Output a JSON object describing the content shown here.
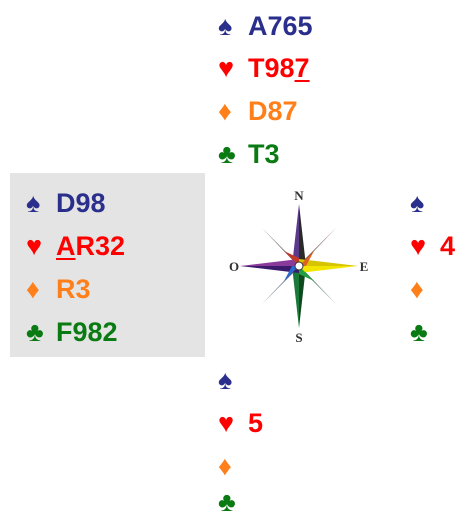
{
  "north": {
    "spades": "A765",
    "hearts_prefix": "T98",
    "hearts_underlined": "7",
    "diamonds": "D87",
    "clubs": "T3"
  },
  "west": {
    "spades": "D98",
    "hearts_underlined": "A",
    "hearts_rest": "R32",
    "diamonds": "R3",
    "clubs": "F982"
  },
  "east": {
    "spades": "",
    "hearts": "4",
    "diamonds": "",
    "clubs": ""
  },
  "south": {
    "spades": "",
    "hearts": "5",
    "diamonds": "",
    "clubs": ""
  },
  "compass": {
    "n": "N",
    "s": "S",
    "e": "E",
    "o": "O"
  },
  "suits": {
    "spade": "♠",
    "heart": "♥",
    "diamond": "♦",
    "club": "♣"
  },
  "colors": {
    "spades": "#2b2f8c",
    "hearts": "#ff0000",
    "diamonds": "#ff7f1a",
    "clubs": "#0a7a12",
    "west_background": "#e4e4e4"
  }
}
